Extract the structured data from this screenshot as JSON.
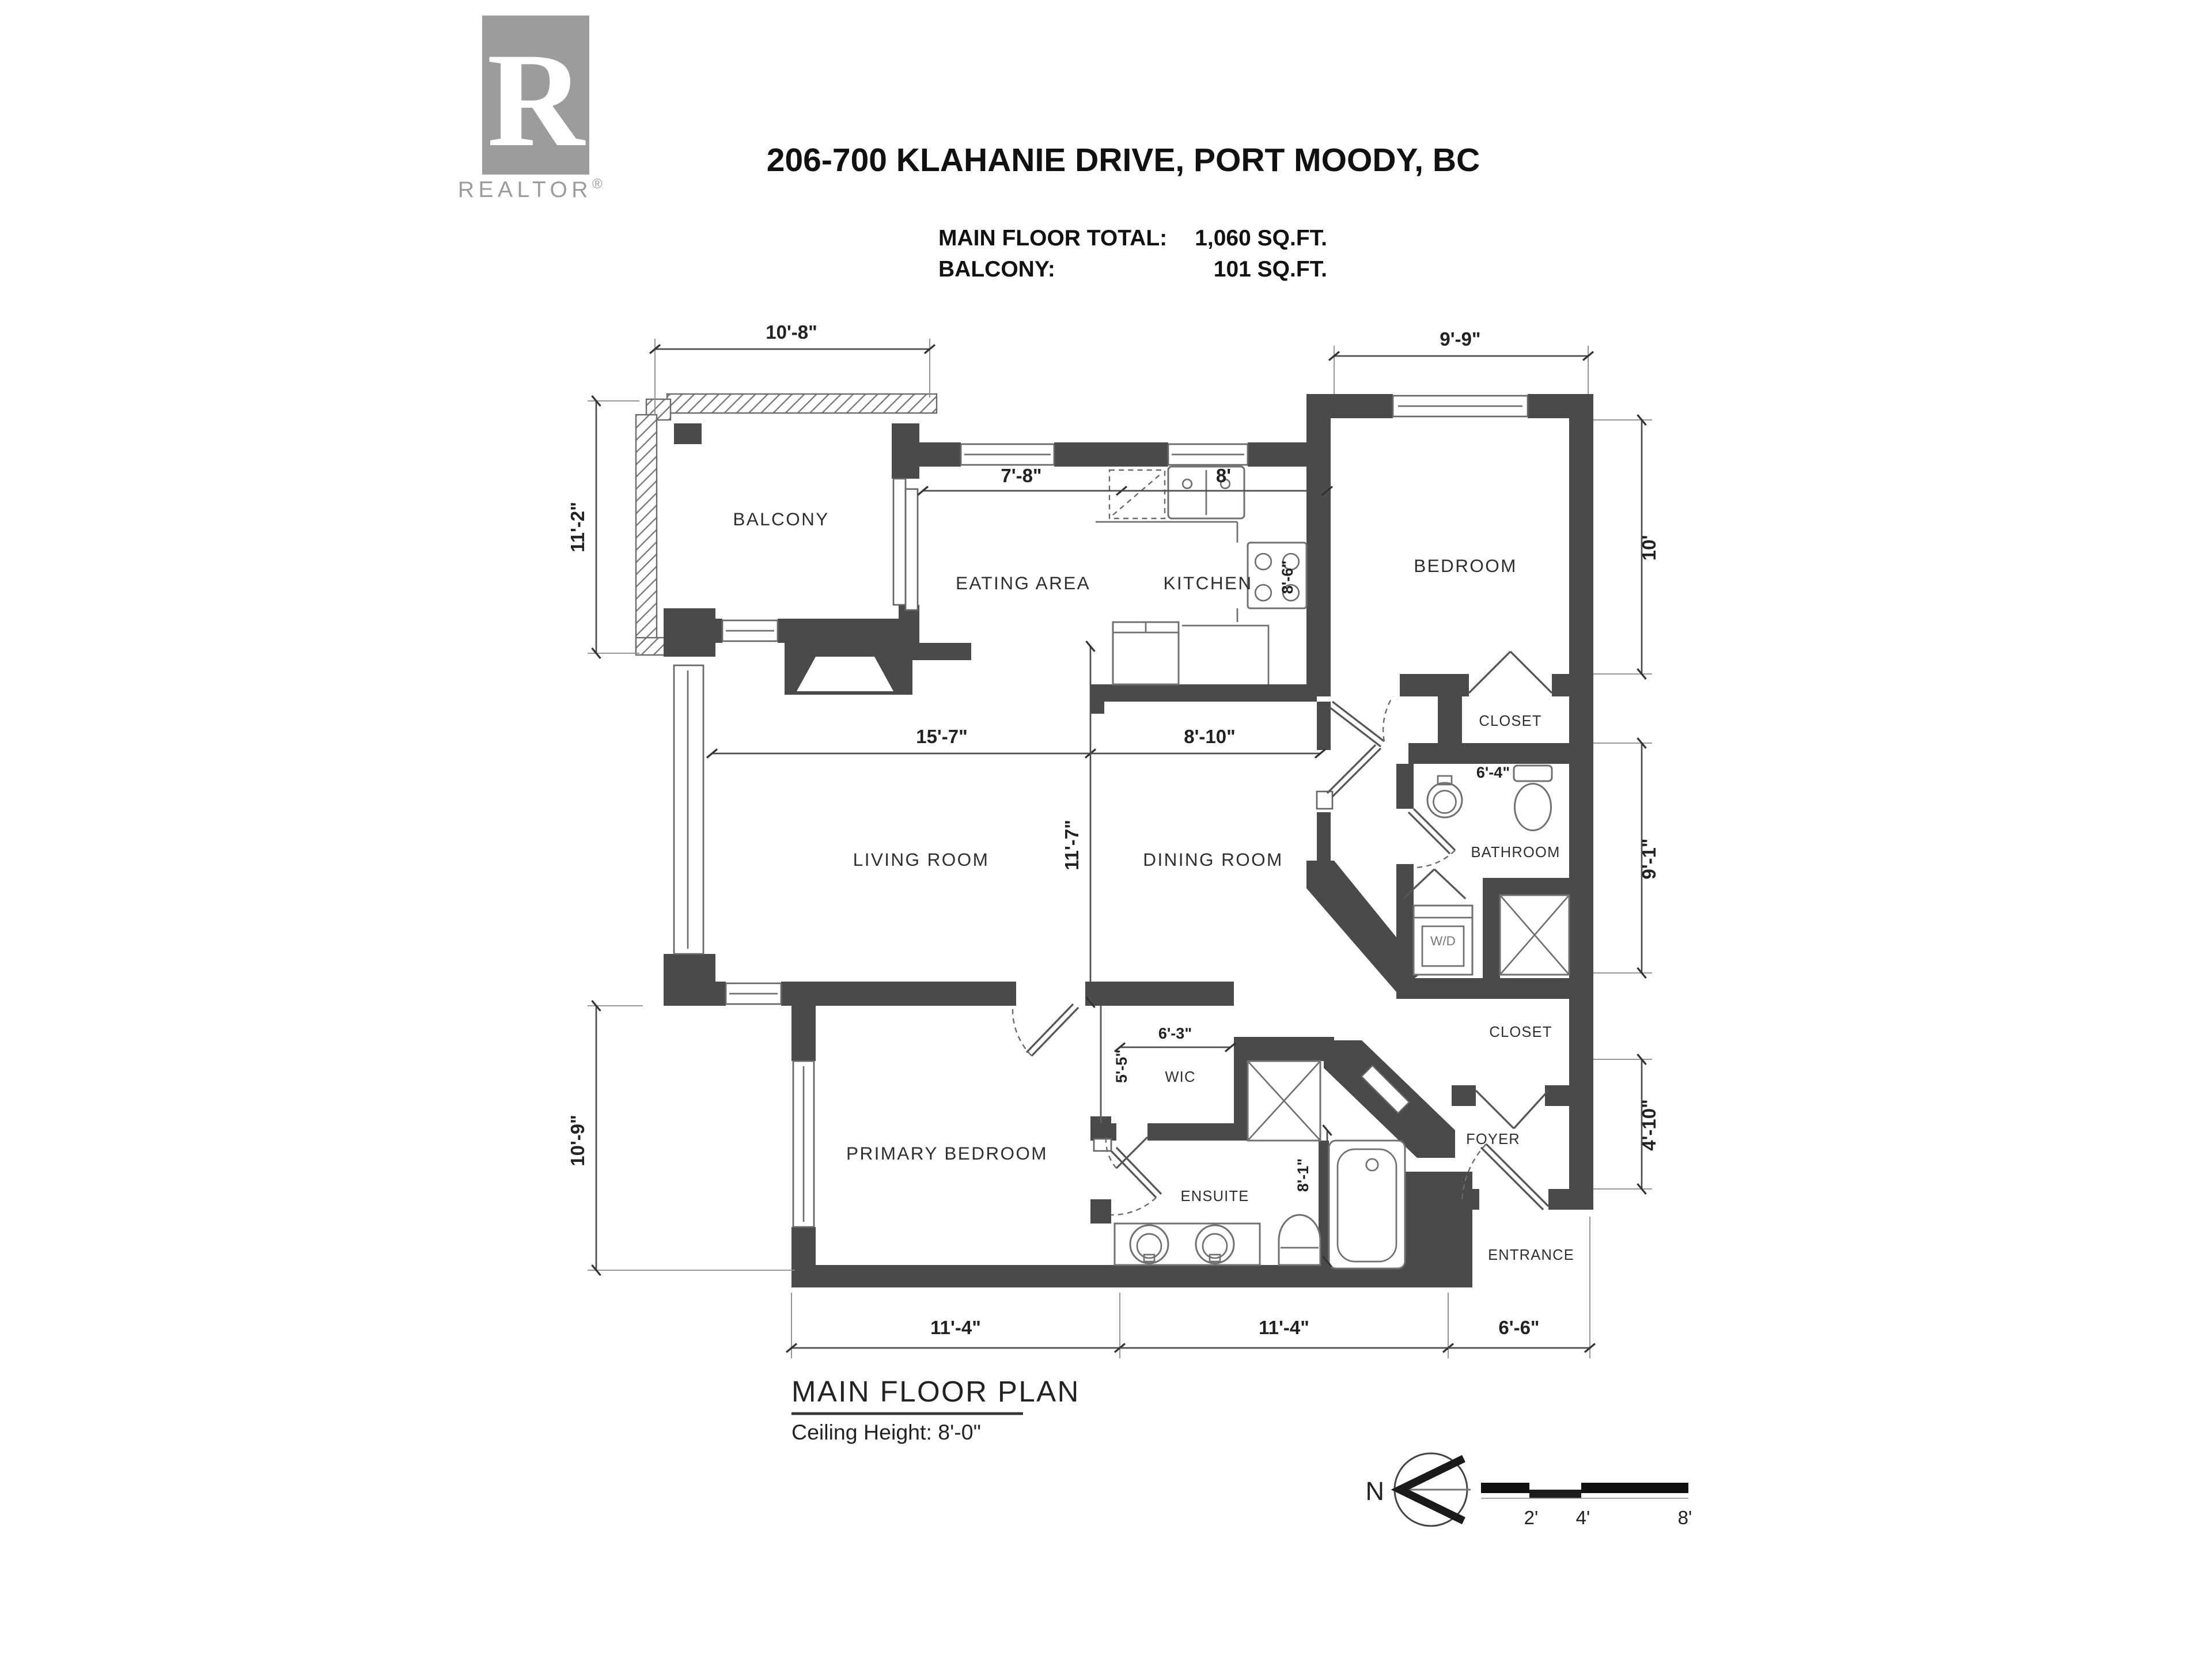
{
  "logo": {
    "letter": "R",
    "brand": "REALTOR",
    "registered": "®"
  },
  "header": {
    "title": "206-700 KLAHANIE DRIVE, PORT MOODY, BC"
  },
  "summary": {
    "rows": [
      {
        "label": "MAIN FLOOR TOTAL:",
        "value": "1,060 SQ.FT."
      },
      {
        "label": "BALCONY:",
        "value": "101 SQ.FT."
      }
    ]
  },
  "rooms": {
    "balcony": "BALCONY",
    "eating": "EATING AREA",
    "kitchen": "KITCHEN",
    "bedroom": "BEDROOM",
    "bedroom_closet": "CLOSET",
    "bathroom": "BATHROOM",
    "living": "LIVING ROOM",
    "dining": "DINING ROOM",
    "primary": "PRIMARY BEDROOM",
    "wic": "WIC",
    "ensuite": "ENSUITE",
    "foyer_closet": "CLOSET",
    "foyer": "FOYER",
    "entrance": "ENTRANCE",
    "washer_dryer": "W/D"
  },
  "dimensions": {
    "balcony_width": "10'-8\"",
    "balcony_height": "11'-2\"",
    "eating_width": "7'-8\"",
    "kitchen_width": "8'",
    "kitchen_depth": "8'-6\"",
    "bedroom_width": "9'-9\"",
    "bedroom_height": "10'",
    "living_width": "15'-7\"",
    "dining_width": "8'-10\"",
    "living_height": "11'-7\"",
    "bathroom_width": "6'-4\"",
    "bathroom_height": "9'-1\"",
    "wic_width": "6'-3\"",
    "wic_depth": "5'-5\"",
    "primary_height": "10'-9\"",
    "ensuite_height": "8'-1\"",
    "foyer_height": "4'-10\"",
    "bottom_left": "11'-4\"",
    "bottom_mid": "11'-4\"",
    "bottom_right": "6'-6\""
  },
  "footer": {
    "plan_title": "MAIN FLOOR PLAN",
    "ceiling": "Ceiling Height: 8'-0\""
  },
  "compass": {
    "north": "N"
  },
  "scalebar": {
    "labels": [
      "2'",
      "4'",
      "8'"
    ]
  },
  "colors": {
    "wall": "#4a4a4a",
    "logo_gray": "#9c9c9c",
    "text": "#222222"
  }
}
